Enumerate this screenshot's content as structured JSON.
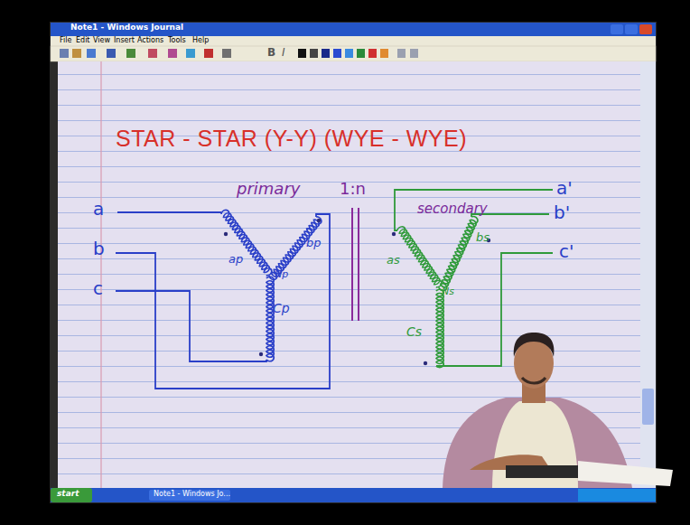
{
  "diagram": {
    "title": "STAR - STAR (Y-Y) (WYE - WYE)",
    "labels": [
      "Note1 - Windows Journal",
      "File",
      "Edit",
      "View",
      "Insert",
      "Actions",
      "Tools",
      "Help",
      "B",
      "I",
      "primary",
      "1:n",
      "secondary",
      "a",
      "b",
      "c",
      "ap",
      "bp",
      "Np",
      "Cp",
      "a'",
      "b'",
      "c'",
      "as",
      "bs",
      "Ns",
      "Cs",
      "start",
      "Note1 - Windows Jo..."
    ]
  }
}
